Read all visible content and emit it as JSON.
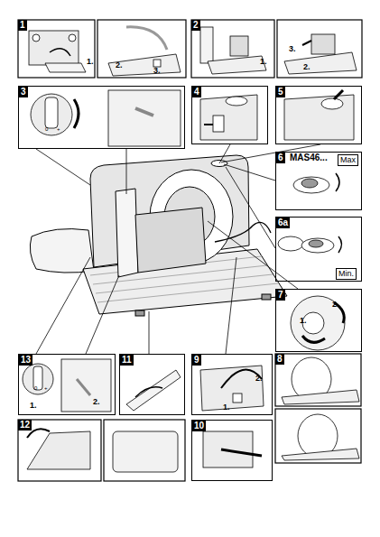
{
  "diagram": {
    "nodes": [
      {
        "text": [
          "1",
          "1.",
          "2.",
          "3."
        ]
      },
      {
        "text": [
          "2",
          "1.",
          "3.",
          "2."
        ]
      },
      {
        "text": [
          "3",
          "0",
          "+"
        ]
      },
      {
        "text": [
          "4"
        ]
      },
      {
        "text": [
          "5"
        ]
      },
      {
        "text": [
          "6",
          "MAS46...",
          "Max"
        ]
      },
      {
        "text": [
          "6a",
          "Min."
        ]
      },
      {
        "text": [
          "7",
          "1.",
          "2."
        ]
      },
      {
        "text": [
          "13",
          "0",
          "+",
          "1.",
          "2."
        ]
      },
      {
        "text": [
          "11"
        ]
      },
      {
        "text": [
          "9",
          "1.",
          "2."
        ]
      },
      {
        "text": [
          "8"
        ]
      },
      {
        "text": [
          "12"
        ]
      },
      {
        "text": [
          "10"
        ]
      }
    ]
  }
}
